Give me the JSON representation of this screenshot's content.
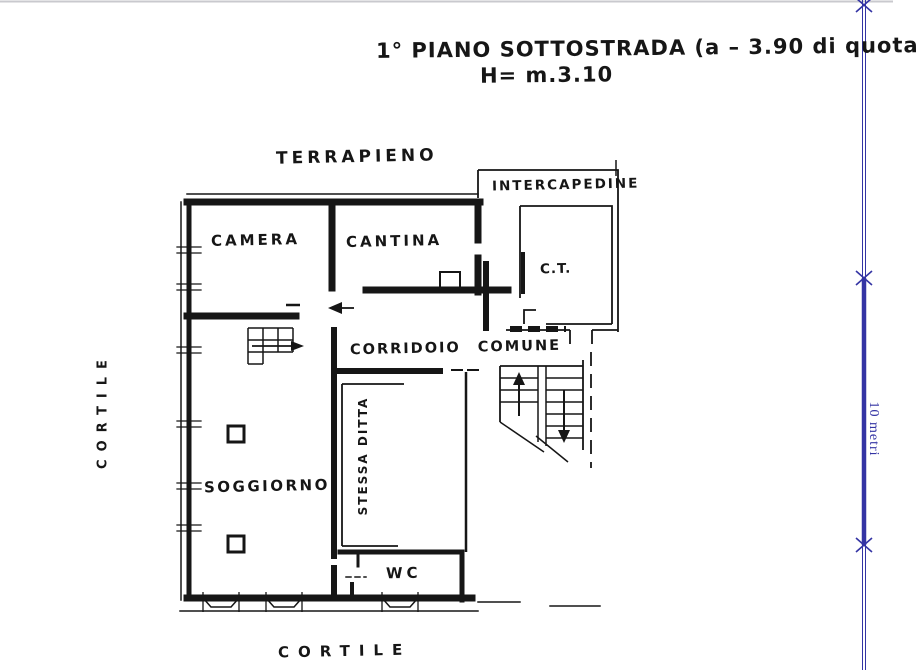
{
  "colors": {
    "ink": "#161616",
    "measure": "#3434a4",
    "paper": "#ffffff"
  },
  "title": {
    "line1": "1° PIANO SOTTOSTRADA  (a – 3.90 di quota",
    "line2": "H= m.3.10"
  },
  "areas": {
    "terrapieno": "TERRAPIENO",
    "intercapedine": "INTERCAPEDINE",
    "cortile_left": "CORTILE",
    "cortile_bottom": "CORTILE"
  },
  "rooms": {
    "camera": "CAMERA",
    "cantina": "CANTINA",
    "ct": "C.T.",
    "corridoio_comune": "CORRIDOIO  COMUNE",
    "soggiorno": "SOGGIORNO",
    "stessa_ditta": "STESSA DITTA",
    "wc": "WC"
  },
  "scale_bar": {
    "label": "10 metri"
  }
}
